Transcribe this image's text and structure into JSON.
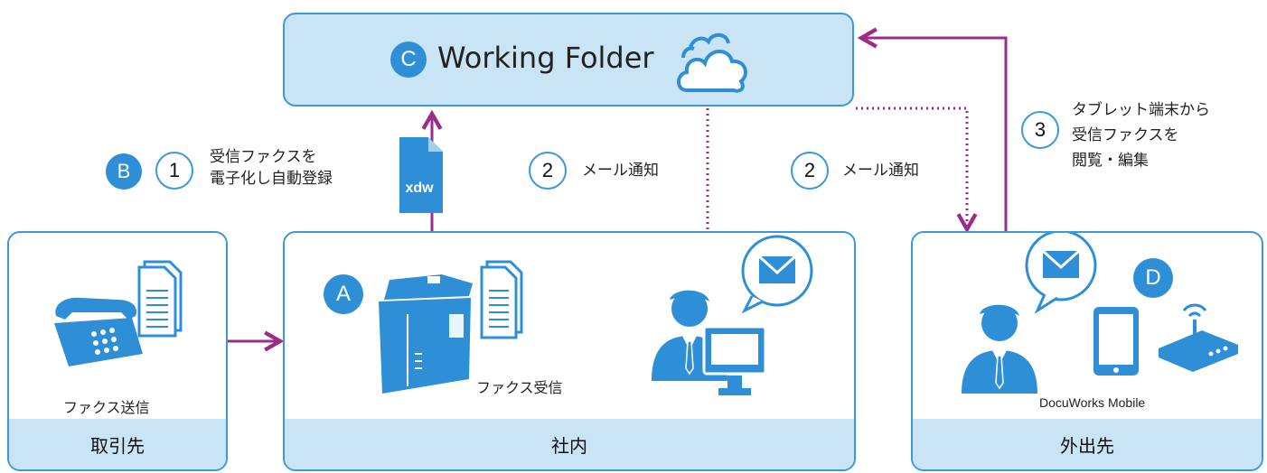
{
  "working_folder": {
    "badge": "C",
    "title": "Working Folder"
  },
  "step_b": {
    "badge": "B",
    "number": "1",
    "line1": "受信ファクスを",
    "line2": "電子化し自動登録"
  },
  "file_icon": {
    "ext": "xdw"
  },
  "notify_1": {
    "number": "2",
    "text": "メール通知"
  },
  "notify_2": {
    "number": "2",
    "text": "メール通知"
  },
  "step_3": {
    "number": "3",
    "line1": "タブレット端末から",
    "line2": "受信ファクスを",
    "line3": "閲覧・編集"
  },
  "panels": {
    "client": {
      "label": "取引先",
      "caption": "ファクス送信"
    },
    "office": {
      "label": "社内",
      "badge": "A",
      "caption": "ファクス受信"
    },
    "outside": {
      "label": "外出先",
      "badge": "D",
      "caption": "DocuWorks Mobile"
    }
  },
  "colors": {
    "accent_blue": "#2f8fd6",
    "light_blue": "#c9e5f5",
    "arrow_purple": "#9b2c8a"
  },
  "icons": [
    "cloud-icon",
    "fax-machine-icon",
    "document-icon",
    "multifunction-printer-icon",
    "person-icon",
    "monitor-icon",
    "mail-icon",
    "tablet-icon",
    "router-icon",
    "xdw-file-icon"
  ]
}
